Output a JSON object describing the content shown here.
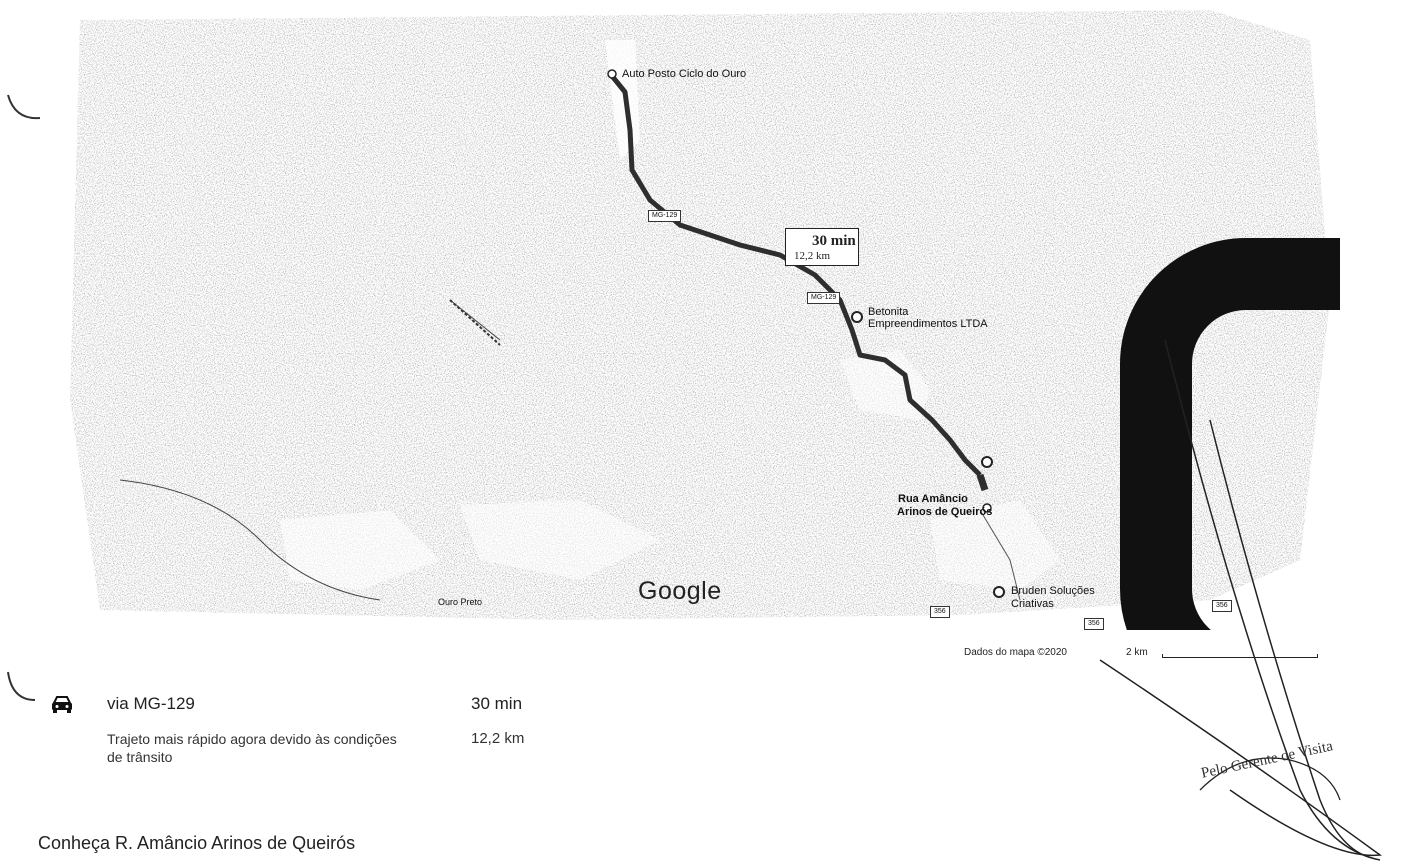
{
  "map": {
    "places": {
      "start": "Auto Posto Ciclo do Ouro",
      "betonita": "Betonita Empreendimentos LTDA",
      "destination_line1": "Rua Amâncio",
      "destination_line2": "Arinos de Queirós",
      "bruden_line1": "Bruden Soluções",
      "bruden_line2": "Criativas",
      "city": "Ouro Preto"
    },
    "road_shields": [
      "MG-129",
      "MG-129",
      "356",
      "356",
      "356"
    ],
    "route_label": {
      "duration": "30 min",
      "distance": "12,2 km"
    },
    "logo": "Google",
    "attribution": "Dados do mapa ©2020",
    "scale": "2 km",
    "colors": {
      "route": "#3a3a3a",
      "terrain": "#8a8a8a",
      "background": "#ffffff"
    }
  },
  "route": {
    "icon": "car-icon",
    "via": "via MG-129",
    "duration": "30 min",
    "description": "Trajeto mais rápido agora devido às condições de trânsito",
    "distance": "12,2 km"
  },
  "section": {
    "title": "Conheça R. Amâncio Arinos de Queirós"
  }
}
